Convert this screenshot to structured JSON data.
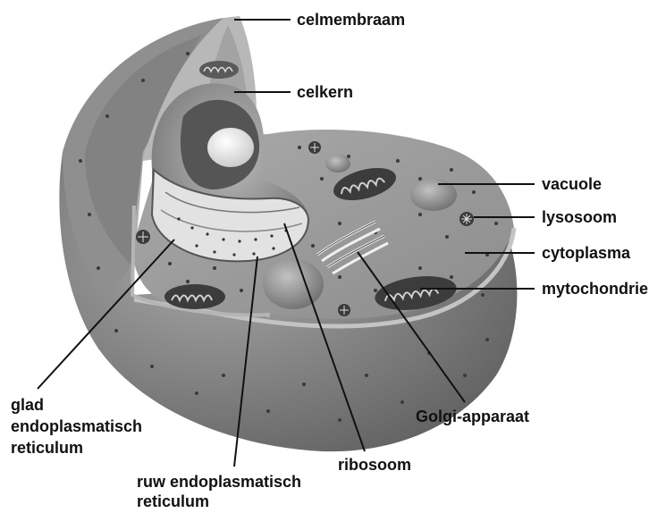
{
  "labels": {
    "celmembraam": "celmembraam",
    "celkern": "celkern",
    "vacuole": "vacuole",
    "lysosoom": "lysosoom",
    "cytoplasma": "cytoplasma",
    "mytochondrie": "mytochondrie",
    "golgi": "Golgi-apparaat",
    "ribosoom": "ribosoom",
    "ruw_line1": "ruw endoplasmatisch",
    "ruw_line2": "reticulum",
    "glad_line1": "glad",
    "glad_line2": "endoplasmatisch",
    "glad_line3": "reticulum"
  },
  "colors": {
    "cell_body": "#7a7a7a",
    "cytoplasm_top": "#9a9a9a",
    "membrane_rim": "#c8c8c8",
    "nucleus_inner": "#9c9c9c",
    "nucleolus": "#e6e6e6",
    "organelle_dark": "#3c3c3c",
    "leader_line": "#111111"
  }
}
